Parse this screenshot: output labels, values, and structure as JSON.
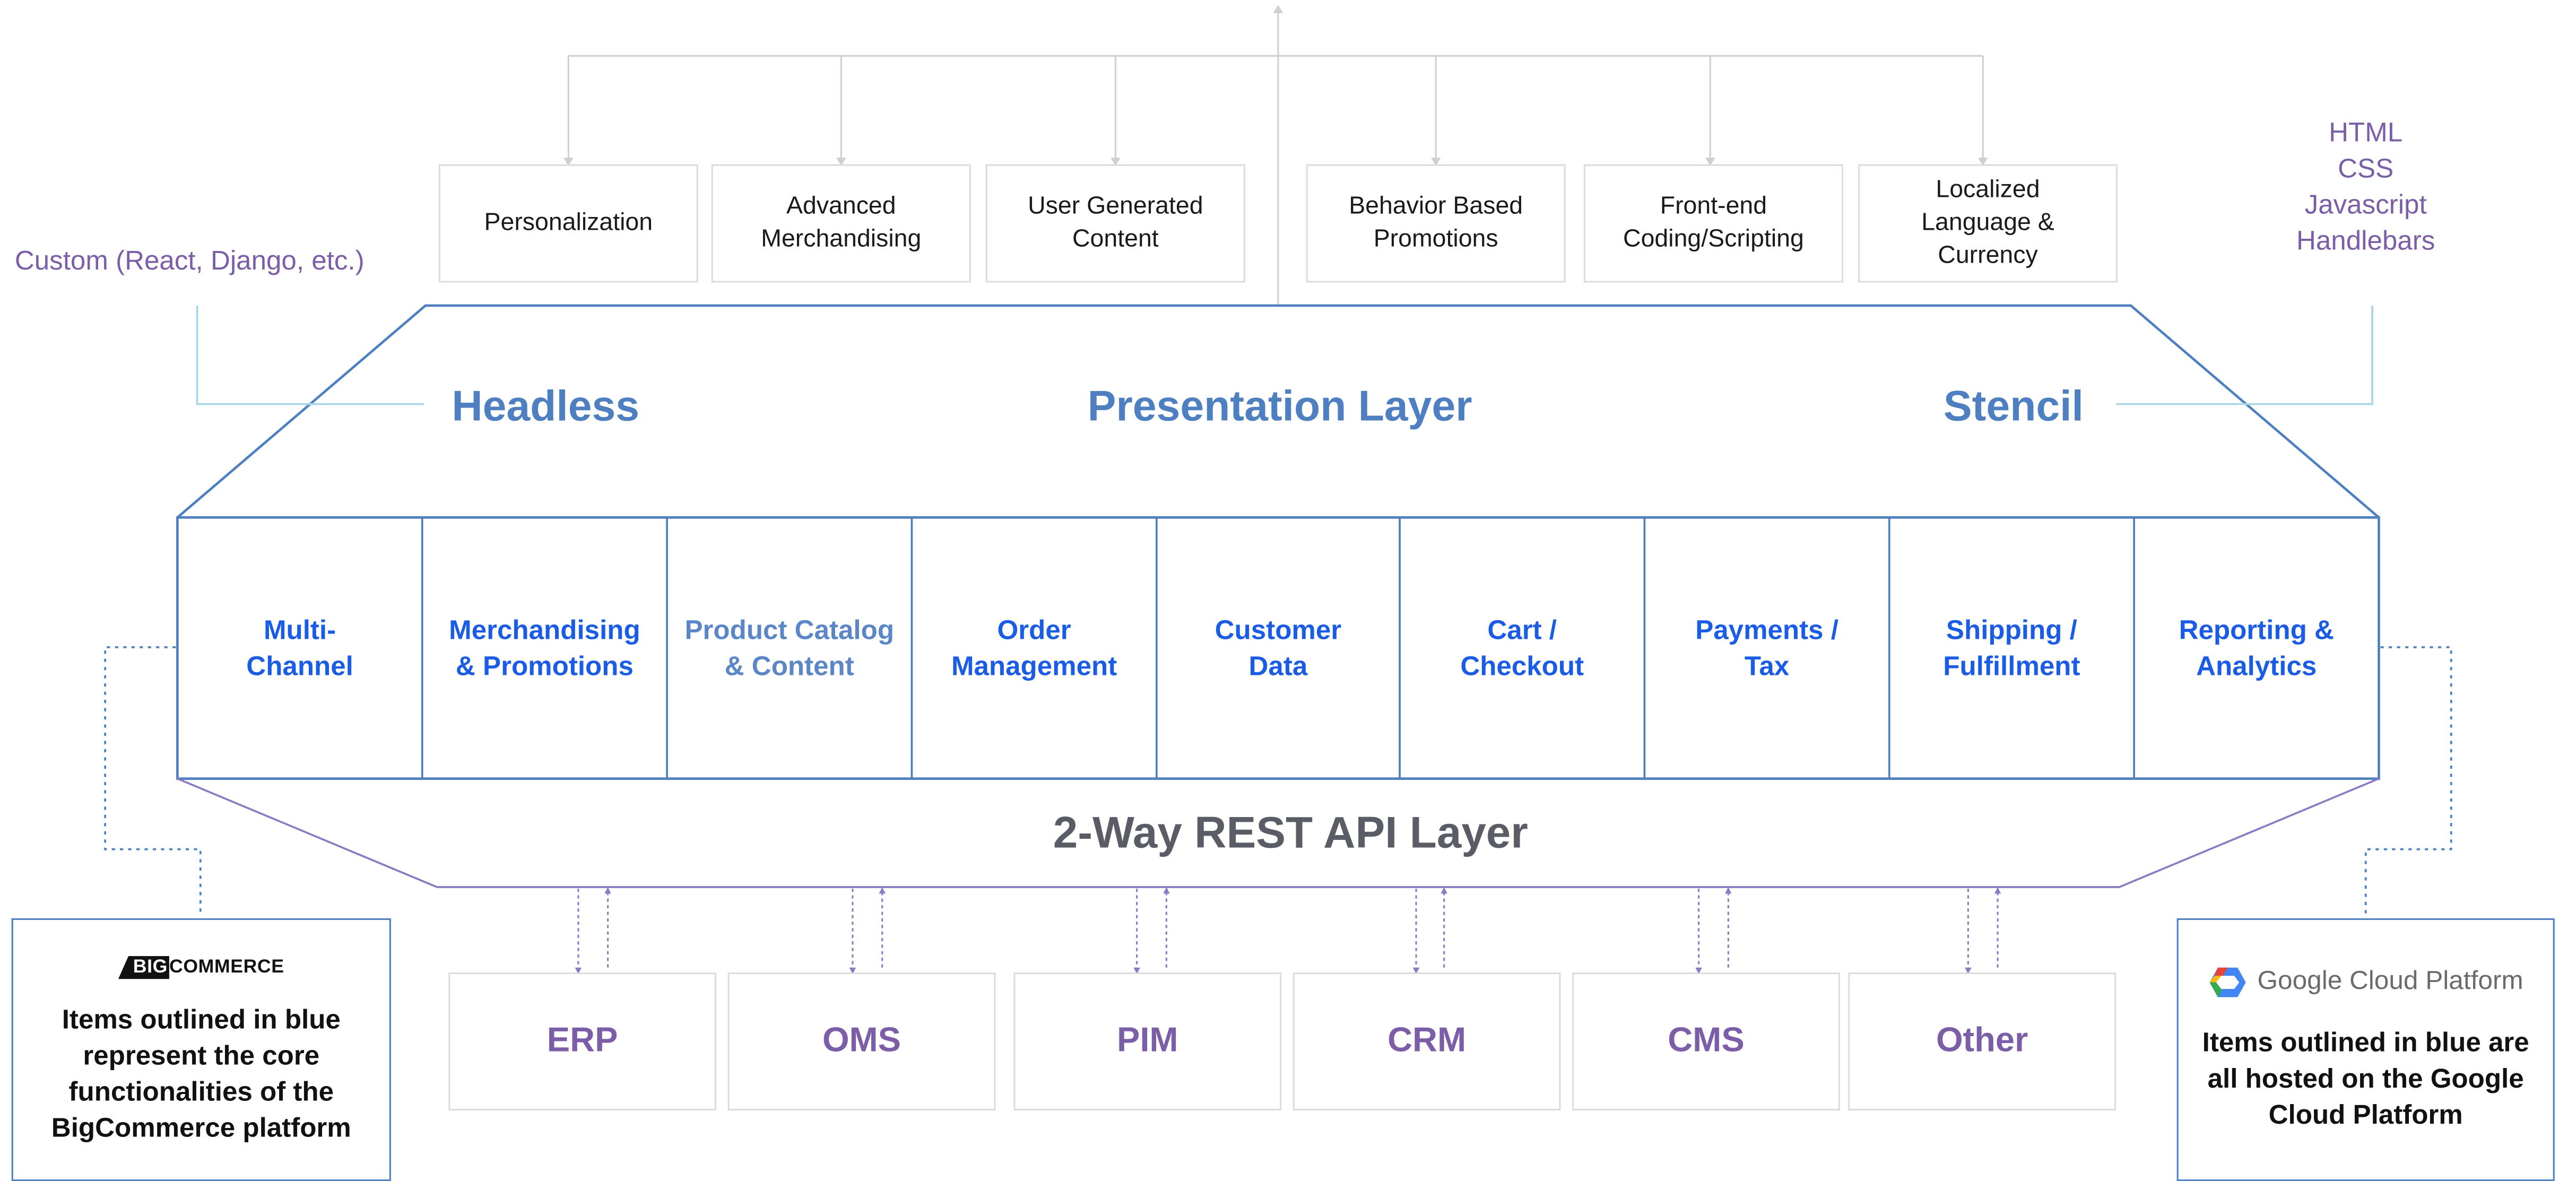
{
  "features": [
    "Personalization",
    "Advanced Merchandising",
    "User Generated Content",
    "Behavior Based Promotions",
    "Front-end Coding/Scripting",
    "Localized Language & Currency"
  ],
  "presentation": {
    "headless": "Headless",
    "title": "Presentation Layer",
    "stencil": "Stencil",
    "headless_note": "Custom (React, Django, etc.)",
    "stencil_stack": [
      "HTML",
      "CSS",
      "Javascript",
      "Handlebars"
    ]
  },
  "modules": [
    {
      "label": "Multi-Channel",
      "line1": "Multi-",
      "line2": "Channel"
    },
    {
      "label": "Merchandising & Promotions",
      "line1": "Merchandising",
      "line2": "& Promotions"
    },
    {
      "label": "Product Catalog & Content",
      "line1": "Product Catalog",
      "line2": "& Content"
    },
    {
      "label": "Order Management",
      "line1": "Order",
      "line2": "Management"
    },
    {
      "label": "Customer Data",
      "line1": "Customer",
      "line2": "Data"
    },
    {
      "label": "Cart / Checkout",
      "line1": "Cart /",
      "line2": "Checkout"
    },
    {
      "label": "Payments / Tax",
      "line1": "Payments /",
      "line2": "Tax"
    },
    {
      "label": "Shipping / Fulfillment",
      "line1": "Shipping /",
      "line2": "Fulfillment"
    },
    {
      "label": "Reporting & Analytics",
      "line1": "Reporting &",
      "line2": "Analytics"
    }
  ],
  "api_layer": "2-Way REST API Layer",
  "integrations": [
    "ERP",
    "OMS",
    "PIM",
    "CRM",
    "CMS",
    "Other"
  ],
  "callouts": {
    "bigcommerce": {
      "logo_prefix": "BIG",
      "logo_suffix": "COMMERCE",
      "note": "Items outlined in blue represent the core functionalities of the BigCommerce platform"
    },
    "gcp": {
      "logo_text": "Google Cloud Platform",
      "note": "Items outlined in blue are all hosted on the Google Cloud Platform"
    }
  },
  "colors": {
    "outline_blue": "#4d7fc1",
    "module_text": "#1a5ce6",
    "purple": "#7b5ea7",
    "connector_grey": "#cfcfcf",
    "api_line": "#8a7cc4"
  }
}
